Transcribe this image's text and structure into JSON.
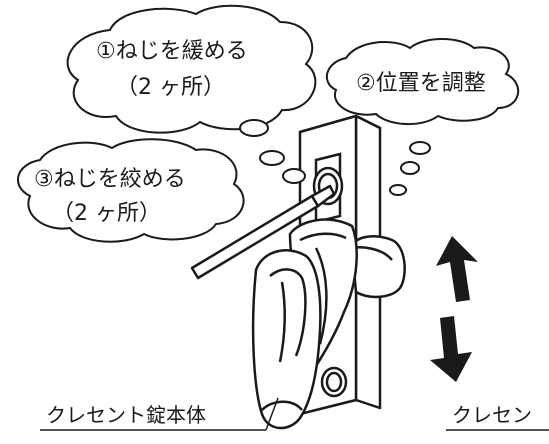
{
  "bubbles": {
    "step1": {
      "line1": "①ねじを緩める",
      "line2": "（2 ヶ所）"
    },
    "step2": {
      "line1": "②位置を調整"
    },
    "step3": {
      "line1": "③ねじを絞める",
      "line2": "（2 ヶ所）"
    }
  },
  "labels": {
    "lock_body": "クレセント錠本体",
    "crescent": "クレセン"
  },
  "icons": {
    "adjust_direction": "up-down-arrows-icon",
    "tool": "screwdriver-icon"
  },
  "colors": {
    "ink": "#1a1a1a",
    "background": "#ffffff"
  }
}
